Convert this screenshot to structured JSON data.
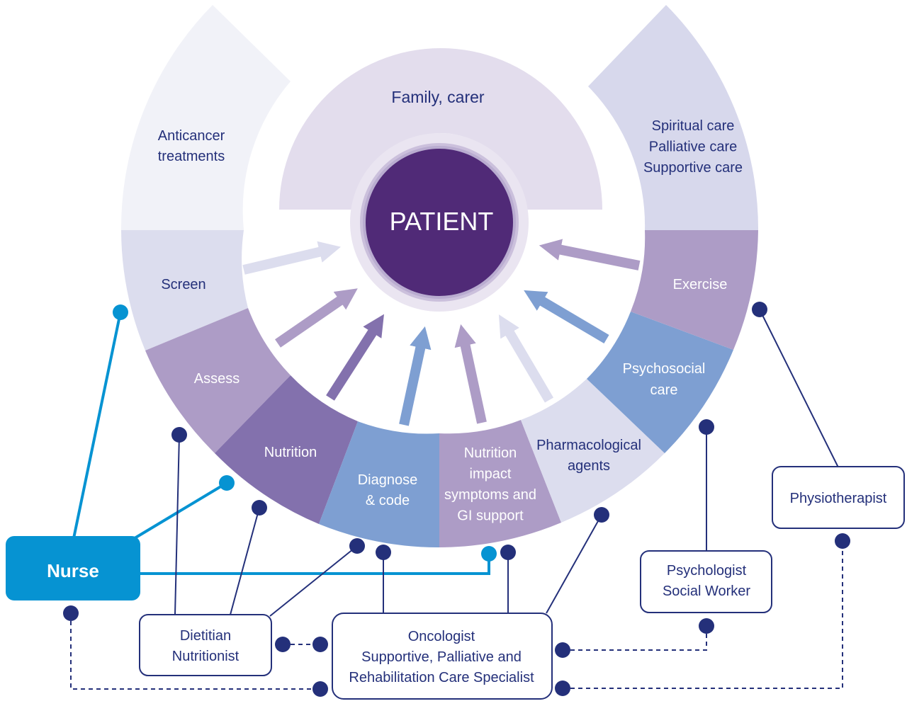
{
  "center": {
    "label": "PATIENT"
  },
  "inner_ring": {
    "label": "Family, carer"
  },
  "outer_segments": [
    {
      "id": "anticancer",
      "lines": [
        "Anticancer",
        "treatments"
      ],
      "fill": "#f1f2f8",
      "text_color": "#24307a"
    },
    {
      "id": "screen",
      "lines": [
        "Screen"
      ],
      "fill": "#dcddee",
      "text_color": "#24307a"
    },
    {
      "id": "assess",
      "lines": [
        "Assess"
      ],
      "fill": "#ad9cc6",
      "text_color": "#ffffff"
    },
    {
      "id": "nutrition",
      "lines": [
        "Nutrition"
      ],
      "fill": "#8371ad",
      "text_color": "#ffffff"
    },
    {
      "id": "diagnose",
      "lines": [
        "Diagnose",
        "& code"
      ],
      "fill": "#7e9fd2",
      "text_color": "#ffffff"
    },
    {
      "id": "nis",
      "lines": [
        "Nutrition",
        "impact",
        "symptoms and",
        "GI support"
      ],
      "fill": "#ad9cc6",
      "text_color": "#ffffff"
    },
    {
      "id": "pharma",
      "lines": [
        "Pharmacological",
        "agents"
      ],
      "fill": "#dcddee",
      "text_color": "#24307a"
    },
    {
      "id": "psychosocial",
      "lines": [
        "Psychosocial",
        "care"
      ],
      "fill": "#7e9fd2",
      "text_color": "#ffffff"
    },
    {
      "id": "exercise",
      "lines": [
        "Exercise"
      ],
      "fill": "#ad9cc6",
      "text_color": "#ffffff"
    },
    {
      "id": "spiritual",
      "lines": [
        "Spiritual care",
        "Palliative care",
        "Supportive care"
      ],
      "fill": "#d7d8ec",
      "text_color": "#24307a"
    }
  ],
  "professionals": [
    {
      "id": "nurse",
      "lines": [
        "Nurse"
      ],
      "fill": "#0693d2",
      "text_color": "#ffffff"
    },
    {
      "id": "dietitian",
      "lines": [
        "Dietitian",
        "Nutritionist"
      ]
    },
    {
      "id": "oncologist",
      "lines": [
        "Oncologist",
        "Supportive, Palliative and",
        "Rehabilitation Care Specialist"
      ]
    },
    {
      "id": "psychologist",
      "lines": [
        "Psychologist",
        "Social Worker"
      ]
    },
    {
      "id": "physio",
      "lines": [
        "Physiotherapist"
      ]
    }
  ],
  "colors": {
    "dark_blue": "#24307a",
    "nurse_blue": "#0693d2",
    "patient_purple": "#502a77",
    "family_ring": "#e3dded"
  }
}
